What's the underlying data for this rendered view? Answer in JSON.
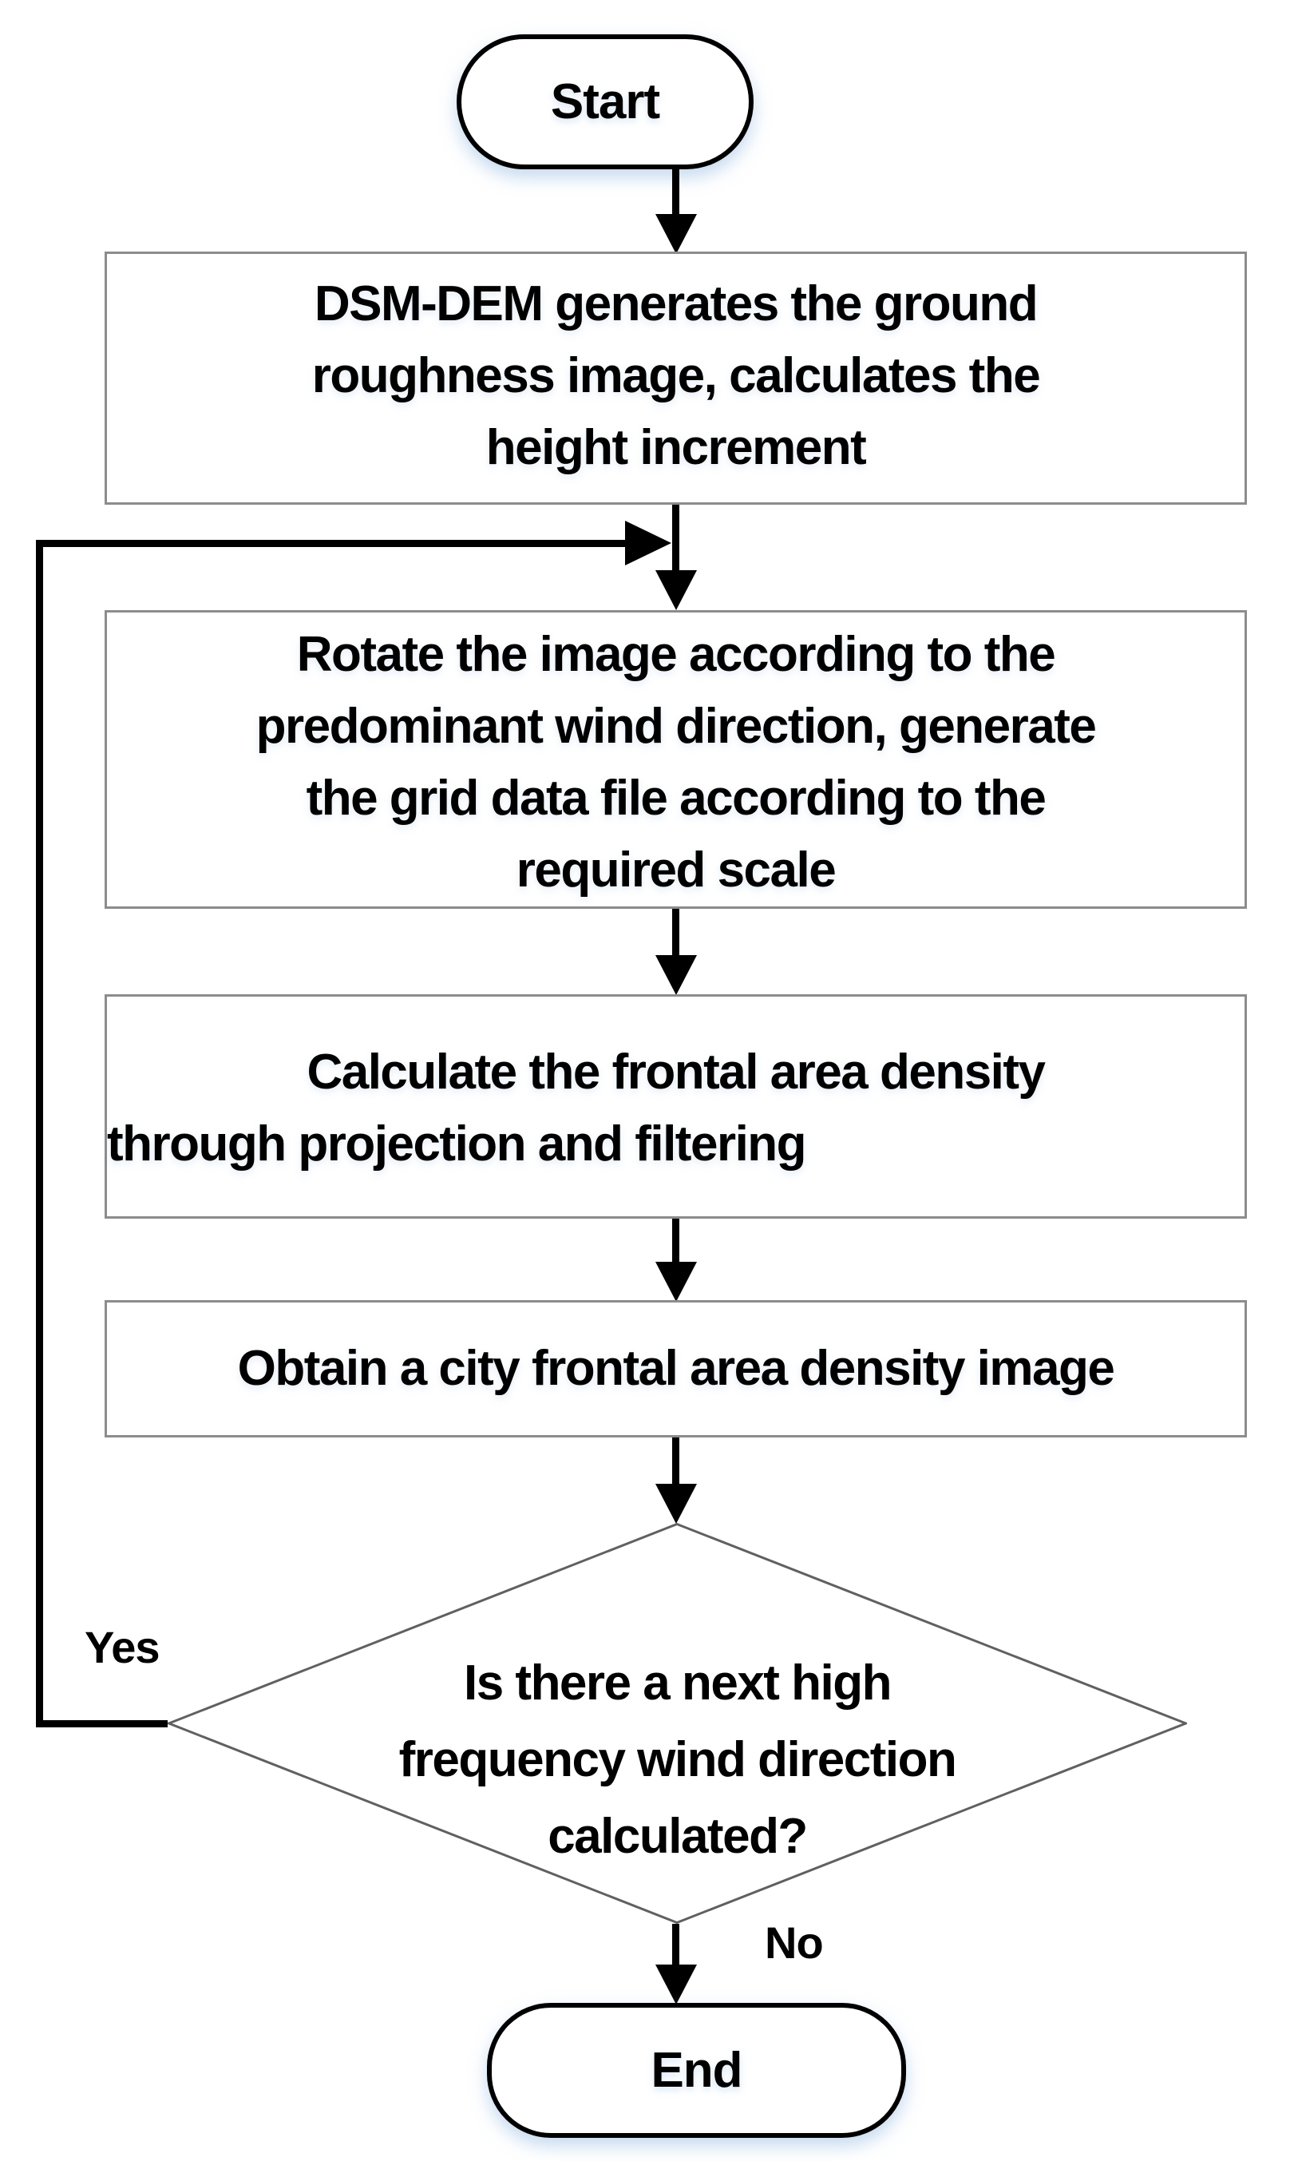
{
  "nodes": {
    "start": {
      "label": "Start"
    },
    "step1": {
      "lines": [
        "DSM-DEM generates the ground",
        "roughness image, calculates the",
        "height increment"
      ]
    },
    "step2": {
      "lines": [
        "Rotate the image according to the",
        "predominant wind direction, generate",
        "the grid data file according to the",
        "required scale"
      ]
    },
    "step3": {
      "lines": [
        "Calculate the frontal area density",
        "through projection and filtering"
      ]
    },
    "step4": {
      "label": "Obtain a city frontal area density image"
    },
    "decision": {
      "lines": [
        "Is there a next high",
        "frequency wind direction",
        "calculated?"
      ]
    },
    "end": {
      "label": "End"
    }
  },
  "edges": {
    "yes_label": "Yes",
    "no_label": "No"
  },
  "colors": {
    "background": "#ffffff",
    "text": "#000000",
    "arrow": "#000000",
    "process_border": "#8c8c8c",
    "diamond_border": "#606060",
    "terminal_border": "#000000",
    "glow": "#96b9e1"
  }
}
